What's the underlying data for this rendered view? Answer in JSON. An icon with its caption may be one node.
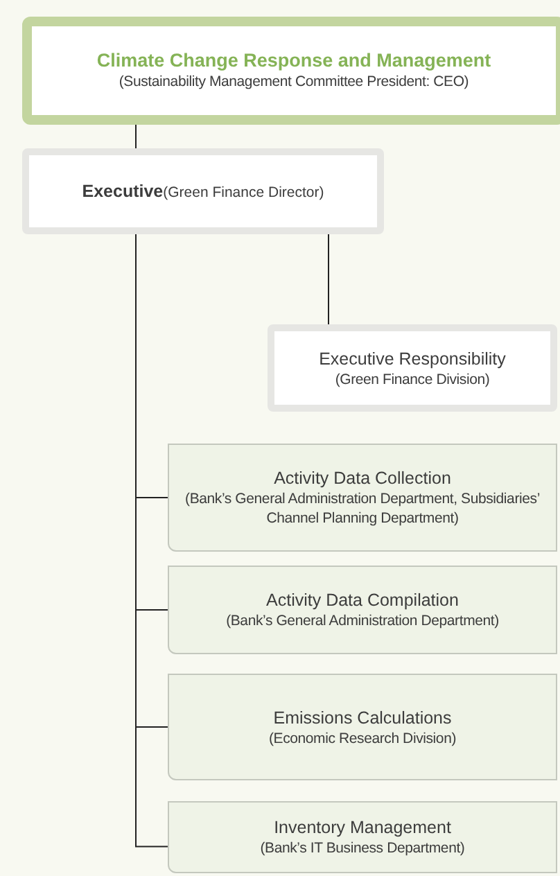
{
  "diagram": {
    "nodes": [
      {
        "text": [
          "Climate Change Response and Management",
          "(Sustainability Management Committee President: CEO)"
        ]
      },
      {
        "text": [
          "**Executive**(Green Finance Director)"
        ]
      },
      {
        "text": [
          "Executive Responsibility",
          "(Green Finance Division)"
        ]
      },
      {
        "text": [
          "Activity Data Collection",
          "(Bank’s General Administration Department, Subsidiaries’ Channel Planning Department)"
        ]
      },
      {
        "text": [
          "Activity Data Compilation",
          "(Bank’s General Administration Department)"
        ]
      },
      {
        "text": [
          "Emissions Calculations",
          "(Economic Research Division)"
        ]
      },
      {
        "text": [
          "Inventory Management",
          "(Bank’s IT Business Department)"
        ]
      }
    ],
    "edges": [
      {
        "from": 0,
        "to": 1,
        "arrow": "none"
      },
      {
        "from": 1,
        "to": 2,
        "arrow": "none"
      },
      {
        "from": 1,
        "to": 3,
        "arrow": "none"
      },
      {
        "from": 1,
        "to": 4,
        "arrow": "none"
      },
      {
        "from": 1,
        "to": 5,
        "arrow": "none"
      },
      {
        "from": 1,
        "to": 6,
        "arrow": "none"
      }
    ]
  }
}
